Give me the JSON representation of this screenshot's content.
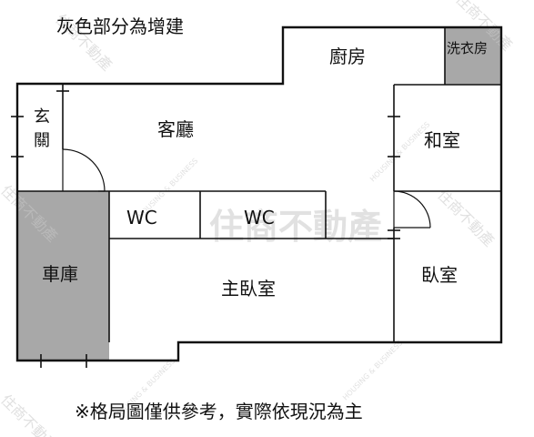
{
  "note_top": "灰色部分為增建",
  "note_bottom": "※格局圖僅供參考，實際依現況為主",
  "rooms": {
    "kitchen": "廚房",
    "laundry": "洗衣房",
    "foyer": "玄關",
    "living": "客廳",
    "tatami": "和室",
    "wc1": "WC",
    "wc2": "WC",
    "garage": "車庫",
    "master": "主臥室",
    "bedroom": "臥室"
  },
  "watermark": {
    "brand": "住商不動產",
    "tagline": "HOUSING & BUSINESS"
  },
  "colors": {
    "addition_fill": "#a8a8a8",
    "wall": "#111111",
    "background": "#ffffff"
  }
}
